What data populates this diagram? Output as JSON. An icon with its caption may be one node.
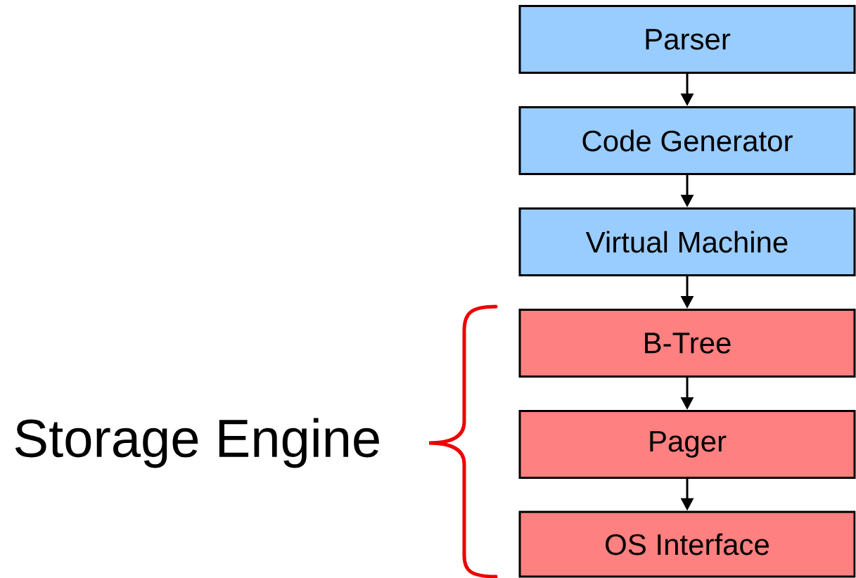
{
  "diagram": {
    "nodes": [
      {
        "text": [
          "Parser"
        ]
      },
      {
        "text": [
          "Code Generator"
        ]
      },
      {
        "text": [
          "Virtual Machine"
        ]
      },
      {
        "text": [
          "B-Tree"
        ]
      },
      {
        "text": [
          "Pager"
        ]
      },
      {
        "text": [
          "OS Interface"
        ]
      }
    ],
    "edges": [
      {
        "from": 0,
        "to": 1,
        "arrow": "to"
      },
      {
        "from": 1,
        "to": 2,
        "arrow": "to"
      },
      {
        "from": 2,
        "to": 3,
        "arrow": "to"
      },
      {
        "from": 3,
        "to": 4,
        "arrow": "to"
      },
      {
        "from": 4,
        "to": 5,
        "arrow": "to"
      }
    ],
    "labels": [
      "Storage Engine"
    ]
  }
}
